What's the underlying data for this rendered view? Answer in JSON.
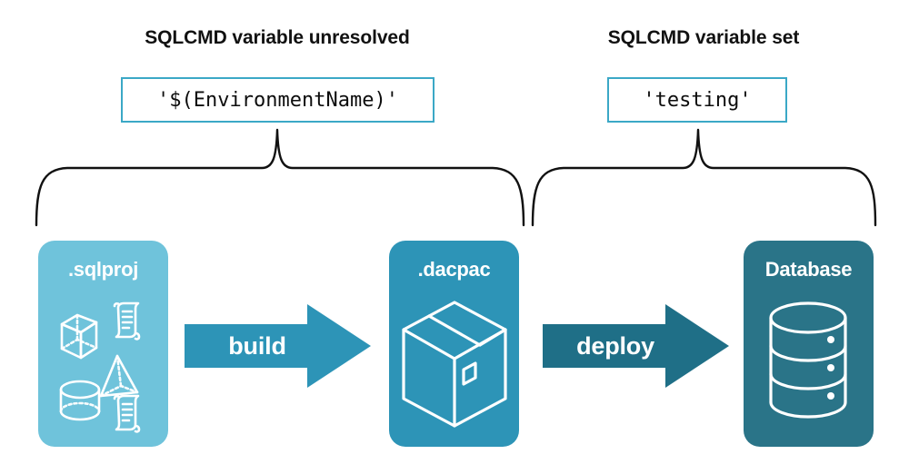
{
  "diagram": {
    "groups": [
      {
        "title": "SQLCMD variable unresolved",
        "value": "'$(EnvironmentName)'"
      },
      {
        "title": "SQLCMD variable set",
        "value": "'testing'"
      }
    ],
    "nodes": [
      {
        "label": ".sqlproj",
        "icon": "sql-project-objects-icon",
        "color": "#6fc3db"
      },
      {
        "label": ".dacpac",
        "icon": "package-box-icon",
        "color": "#2d94b7"
      },
      {
        "label": "Database",
        "icon": "database-cylinder-icon",
        "color": "#2a7488"
      }
    ],
    "arrows": [
      {
        "label": "build",
        "icon": "right-arrow-icon",
        "color": "#2d94b7"
      },
      {
        "label": "deploy",
        "icon": "right-arrow-icon",
        "color": "#1f6f87"
      }
    ],
    "braces": [
      {
        "name": "left-brace",
        "icon": "curly-brace-up-icon"
      },
      {
        "name": "right-brace",
        "icon": "curly-brace-up-icon"
      }
    ],
    "colors": {
      "code_border": "#3ba8c6",
      "brace_stroke": "#111111",
      "text_dark": "#111111",
      "text_light": "#ffffff",
      "background": "#ffffff"
    }
  }
}
